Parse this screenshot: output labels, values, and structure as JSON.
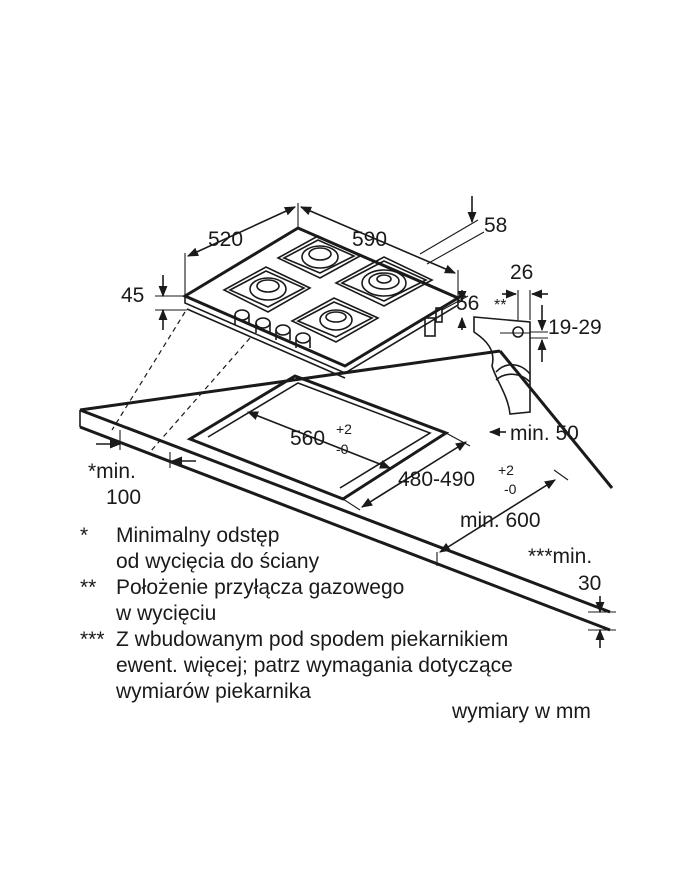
{
  "dimensions": {
    "width": "520",
    "depth": "590",
    "glass_height": "45",
    "top_offset": "58",
    "side_offset": "56",
    "connector_marker": "**",
    "connector_width": "26",
    "connector_height": "19-29",
    "min_back": "min. 50",
    "cutout_width_base": "560",
    "cutout_width_plus": "+2",
    "cutout_width_minus": "-0",
    "cutout_depth_base": "480-490",
    "cutout_depth_plus": "+2",
    "cutout_depth_minus": "-0",
    "min_front_depth": "min. 600",
    "min_wall_label": "*min.",
    "min_wall_value": "100",
    "min_below_label": "***min.",
    "min_below_value": "30"
  },
  "notes": [
    {
      "marker": "*",
      "lines": [
        "Minimalny odstęp",
        "od wycięcia do ściany"
      ]
    },
    {
      "marker": "**",
      "lines": [
        "Położenie przyłącza gazowego",
        "w wycięciu"
      ]
    },
    {
      "marker": "***",
      "lines": [
        "Z wbudowanym pod spodem piekarnikiem",
        "ewent. więcej; patrz wymagania dotyczące",
        "wymiarów piekarnika"
      ]
    }
  ],
  "units_note": "wymiary w mm"
}
